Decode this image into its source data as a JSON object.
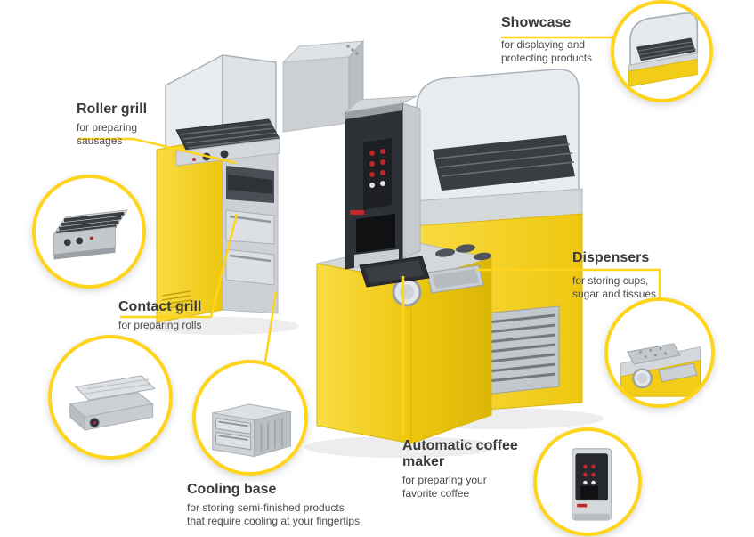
{
  "colors": {
    "accent_yellow": "#FFD41C",
    "title_color": "#3a3a3a",
    "desc_color": "#4c4c4c"
  },
  "callouts": {
    "showcase": {
      "title": "Showcase",
      "description": "for displaying and\nprotecting products"
    },
    "roller_grill": {
      "title": "Roller grill",
      "description": "for preparing\nsausages"
    },
    "contact_grill": {
      "title": "Contact grill",
      "description": "for preparing rolls"
    },
    "cooling_base": {
      "title": "Cooling base",
      "description": "for storing semi-finished products\nthat require cooling at your fingertips"
    },
    "dispensers": {
      "title": "Dispensers",
      "description": "for storing cups,\nsugar and tissues"
    },
    "coffee_maker": {
      "title": "Automatic coffee\nmaker",
      "description": "for preparing your\nfavorite coffee"
    }
  }
}
